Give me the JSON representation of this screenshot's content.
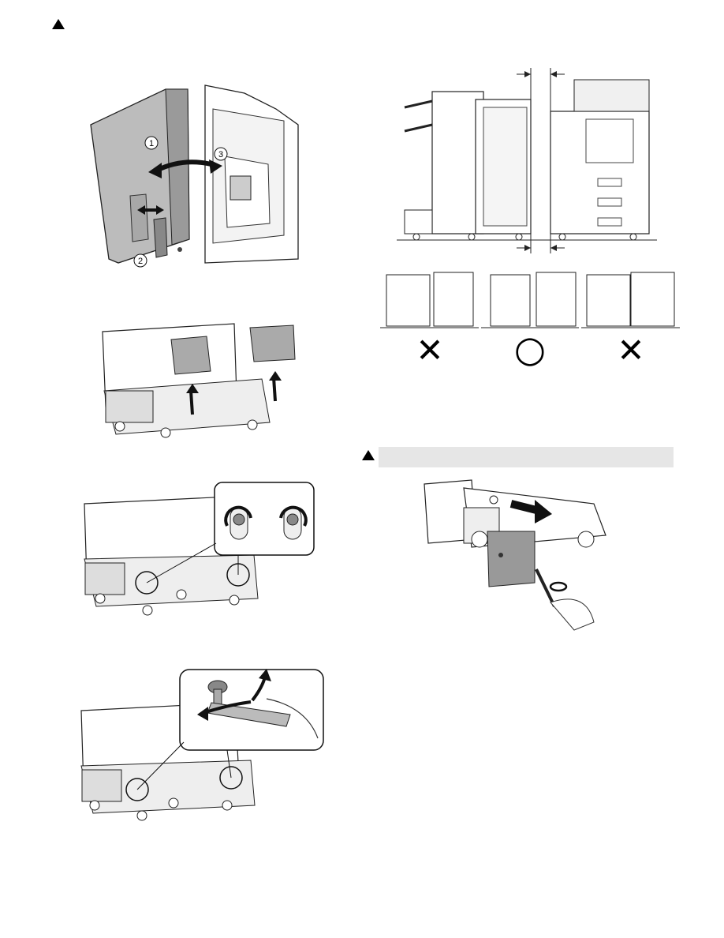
{
  "page": {
    "warning_icons": [
      "warning-triangle-icon",
      "warning-triangle-icon"
    ],
    "step1": {
      "callouts": [
        "1",
        "2",
        "3"
      ]
    },
    "placement": {
      "verdicts": [
        "✕",
        "○",
        "✕"
      ],
      "verdict_meanings": [
        "incorrect",
        "correct",
        "incorrect"
      ]
    }
  }
}
